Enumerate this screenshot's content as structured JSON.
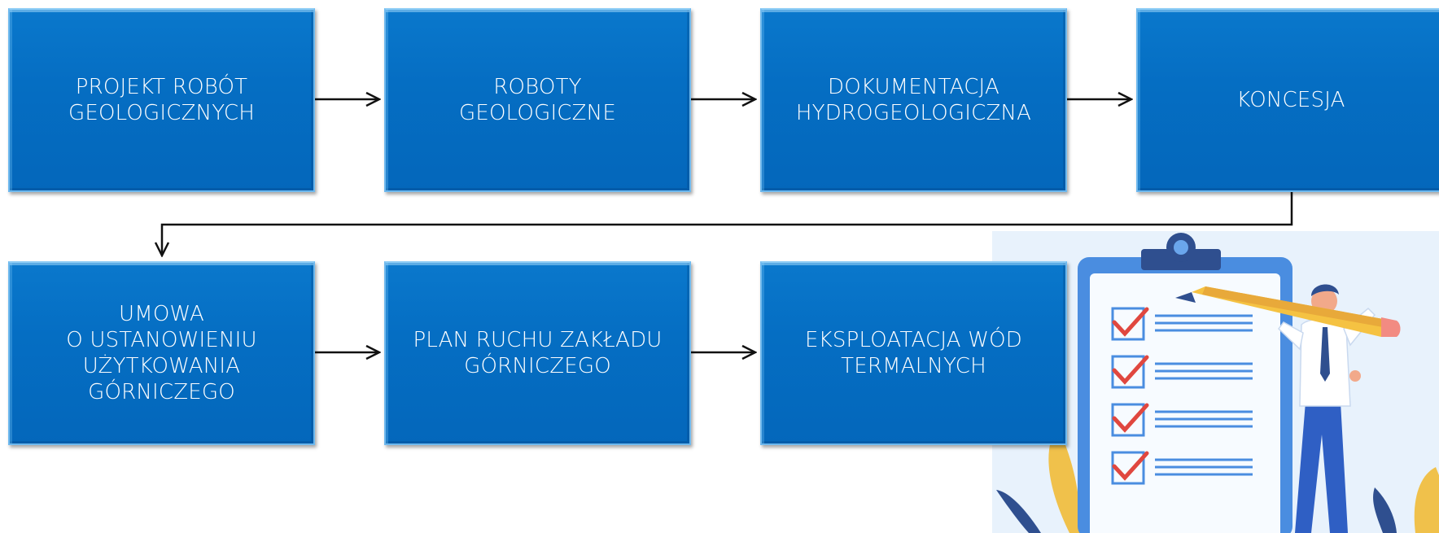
{
  "diagram": {
    "steps": [
      {
        "id": "step-1",
        "label": "PROJEKT ROBÓT\nGEOLOGICZNYCH"
      },
      {
        "id": "step-2",
        "label": "ROBOTY\nGEOLOGICZNE"
      },
      {
        "id": "step-3",
        "label": "DOKUMENTACJA\nHYDROGEOLOGICZNA"
      },
      {
        "id": "step-4",
        "label": "KONCESJA"
      },
      {
        "id": "step-5",
        "label": "UMOWA\nO USTANOWIENIU\nUŻYTKOWANIA\nGÓRNICZEGO"
      },
      {
        "id": "step-6",
        "label": "PLAN RUCHU ZAKŁADU\nGÓRNICZEGO"
      },
      {
        "id": "step-7",
        "label": "EKSPLOATACJA WÓD\nTERMALNYCH"
      }
    ],
    "colors": {
      "box": "#0570c4",
      "box_border": "#6fb9ee",
      "arrow": "#111111",
      "illustration_bg": "#e8f2fc",
      "clipboard": "#4a8de0",
      "check": "#e0473f",
      "pencil": "#f5c242",
      "leaf": "#f0c14b"
    },
    "illustration": {
      "name": "checklist-clipboard-with-person",
      "checklist_items": 4
    }
  }
}
